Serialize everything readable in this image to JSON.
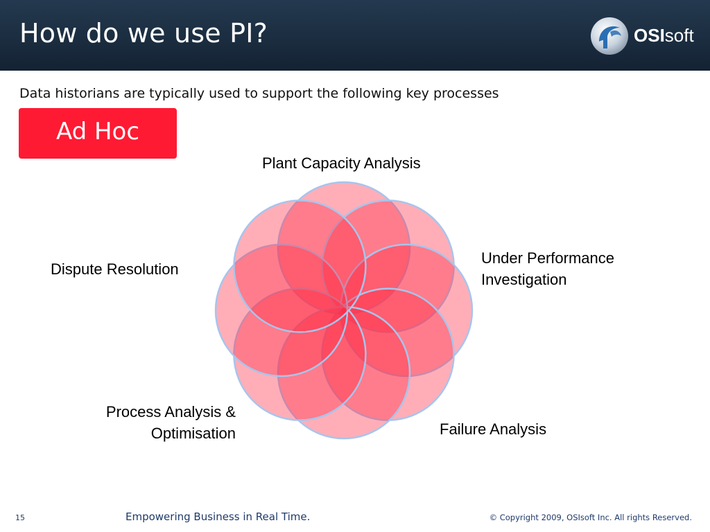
{
  "slide": {
    "title": "How do we use PI?",
    "subtitle": "Data historians are typically used to support the following key processes",
    "badge": "Ad Hoc",
    "logo": {
      "prefix": "OSI",
      "suffix": "soft"
    },
    "petal_fill": "#ff2a45",
    "petal_stroke": "#a8c4ec"
  },
  "diagram": {
    "labels": {
      "plant": "Plant Capacity Analysis",
      "under_line1": "Under Performance",
      "under_line2": "Investigation",
      "failure": "Failure Analysis",
      "process_line1": "Process Analysis &",
      "process_line2": "Optimisation",
      "dispute": "Dispute Resolution"
    }
  },
  "footer": {
    "page_number": "15",
    "tagline": "Empowering Business in Real Time.",
    "copyright": "© Copyright 2009, OSIsoft Inc.  All rights Reserved."
  }
}
